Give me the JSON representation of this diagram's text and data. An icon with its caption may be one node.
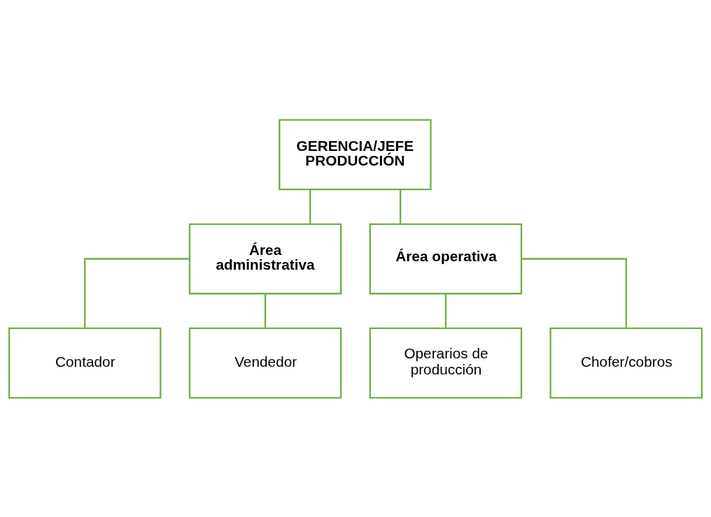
{
  "diagram": {
    "nodes": [
      {
        "text": [
          "GERENCIA/JEFE PRODUCCIÓN"
        ]
      },
      {
        "text": [
          "Área administrativa"
        ]
      },
      {
        "text": [
          "Área operativa"
        ]
      },
      {
        "text": [
          "Contador"
        ]
      },
      {
        "text": [
          "Vendedor"
        ]
      },
      {
        "text": [
          "Operarios de producción"
        ]
      },
      {
        "text": [
          "Chofer/cobros"
        ]
      }
    ],
    "edges": [
      {
        "from": 0,
        "to": 1,
        "arrow": "none"
      },
      {
        "from": 0,
        "to": 2,
        "arrow": "none"
      },
      {
        "from": 1,
        "to": 3,
        "arrow": "none"
      },
      {
        "from": 1,
        "to": 4,
        "arrow": "none"
      },
      {
        "from": 2,
        "to": 5,
        "arrow": "none"
      },
      {
        "from": 2,
        "to": 6,
        "arrow": "none"
      }
    ]
  }
}
